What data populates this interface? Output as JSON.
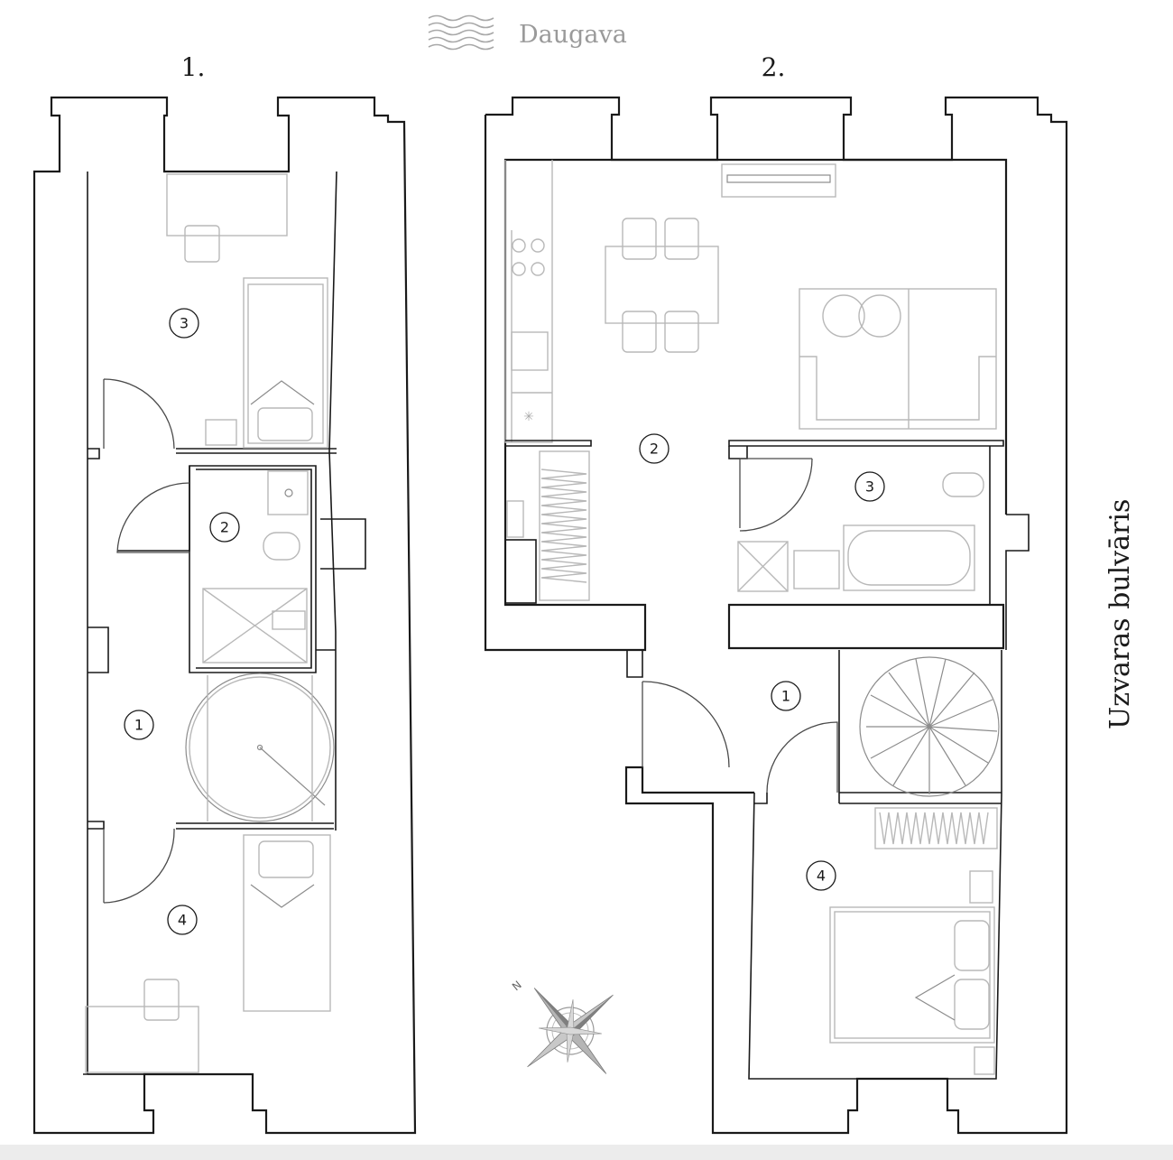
{
  "river": {
    "label": "Daugava",
    "icon": "water-waves-icon"
  },
  "street": {
    "label": "Uzvaras bulvāris"
  },
  "plans": [
    {
      "title": "1.",
      "rooms": [
        {
          "number": "1"
        },
        {
          "number": "2"
        },
        {
          "number": "3"
        },
        {
          "number": "4"
        }
      ]
    },
    {
      "title": "2.",
      "rooms": [
        {
          "number": "1"
        },
        {
          "number": "2"
        },
        {
          "number": "3"
        },
        {
          "number": "4"
        }
      ]
    }
  ],
  "compass": {
    "north_label": "N",
    "icon": "compass-rose-icon"
  },
  "colors": {
    "wall": "#1a1a1a",
    "furniture": "#b8b8b8",
    "label_gray": "#9a9a9a"
  }
}
